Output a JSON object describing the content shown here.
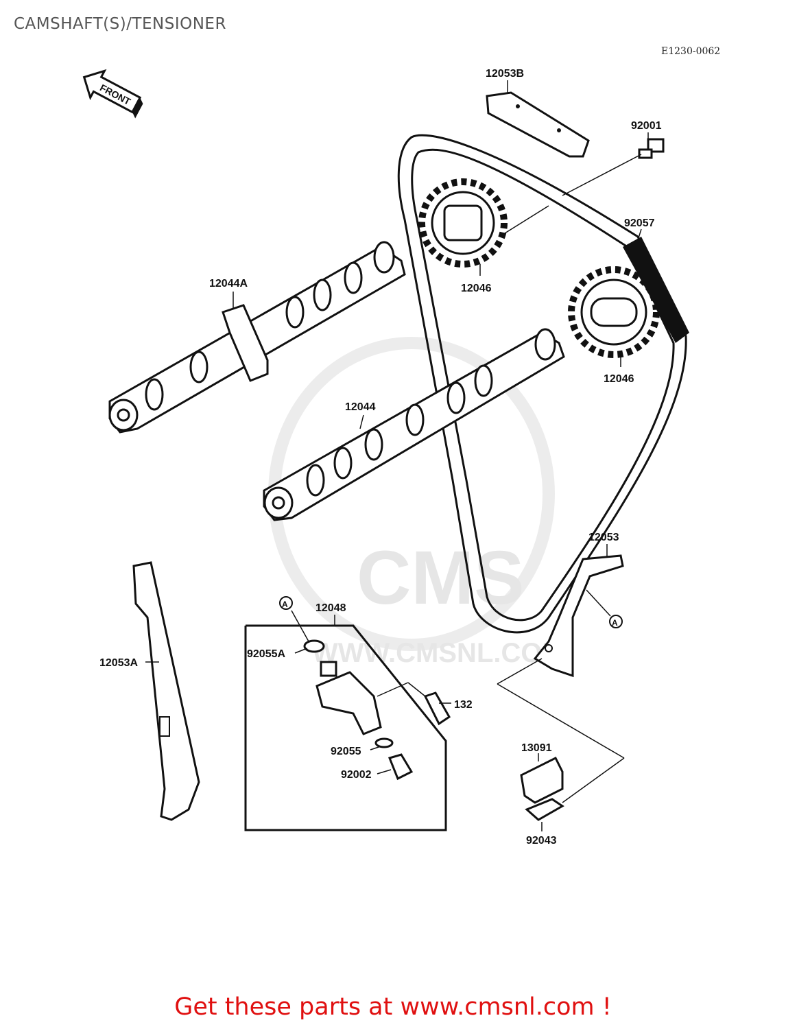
{
  "header": {
    "title": "CAMSHAFT(S)/TENSIONER",
    "diagram_code": "E1230-0062"
  },
  "arrow": {
    "label": "FRONT"
  },
  "parts": [
    {
      "ref": "12053B"
    },
    {
      "ref": "92001"
    },
    {
      "ref": "92057"
    },
    {
      "ref": "12046"
    },
    {
      "ref": "12046"
    },
    {
      "ref": "12044A"
    },
    {
      "ref": "12044"
    },
    {
      "ref": "12053"
    },
    {
      "ref": "12048"
    },
    {
      "ref": "92055A"
    },
    {
      "ref": "12053A"
    },
    {
      "ref": "132"
    },
    {
      "ref": "92055"
    },
    {
      "ref": "92002"
    },
    {
      "ref": "13091"
    },
    {
      "ref": "92043"
    }
  ],
  "callouts": {
    "a1": "A",
    "a2": "A"
  },
  "watermark": {
    "text": "CMS",
    "url": "WWW.CMSNL.COM"
  },
  "footer": {
    "text": "Get these parts at www.cmsnl.com !"
  },
  "colors": {
    "footer": "#e01010",
    "ink": "#111111",
    "watermark": "#e6e6e6"
  }
}
